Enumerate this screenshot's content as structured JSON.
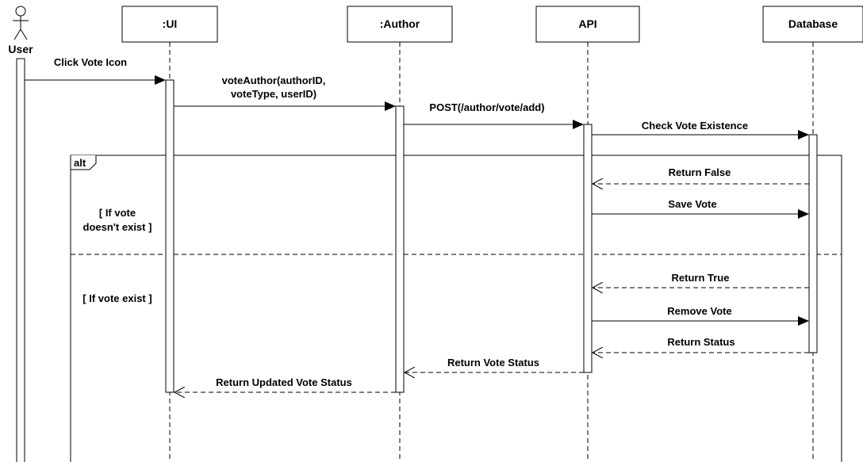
{
  "participants": {
    "user": "User",
    "ui": ":UI",
    "author": ":Author",
    "api": "API",
    "database": "Database"
  },
  "fragment": {
    "operator": "alt",
    "guard_1_line1": "[ If vote",
    "guard_1_line2": "doesn't exist ]",
    "guard_2": "[ If vote exist ]"
  },
  "messages": {
    "click_vote_icon": "Click Vote Icon",
    "vote_author_line1": "voteAuthor(authorID,",
    "vote_author_line2": "voteType, userID)",
    "post_vote": "POST(/author/vote/add)",
    "check_vote_existence": "Check Vote Existence",
    "return_false": "Return False",
    "save_vote": "Save Vote",
    "return_true": "Return True",
    "remove_vote": "Remove Vote",
    "return_status": "Return Status",
    "return_vote_status": "Return Vote Status",
    "return_updated_vote_status": "Return Updated Vote Status"
  }
}
